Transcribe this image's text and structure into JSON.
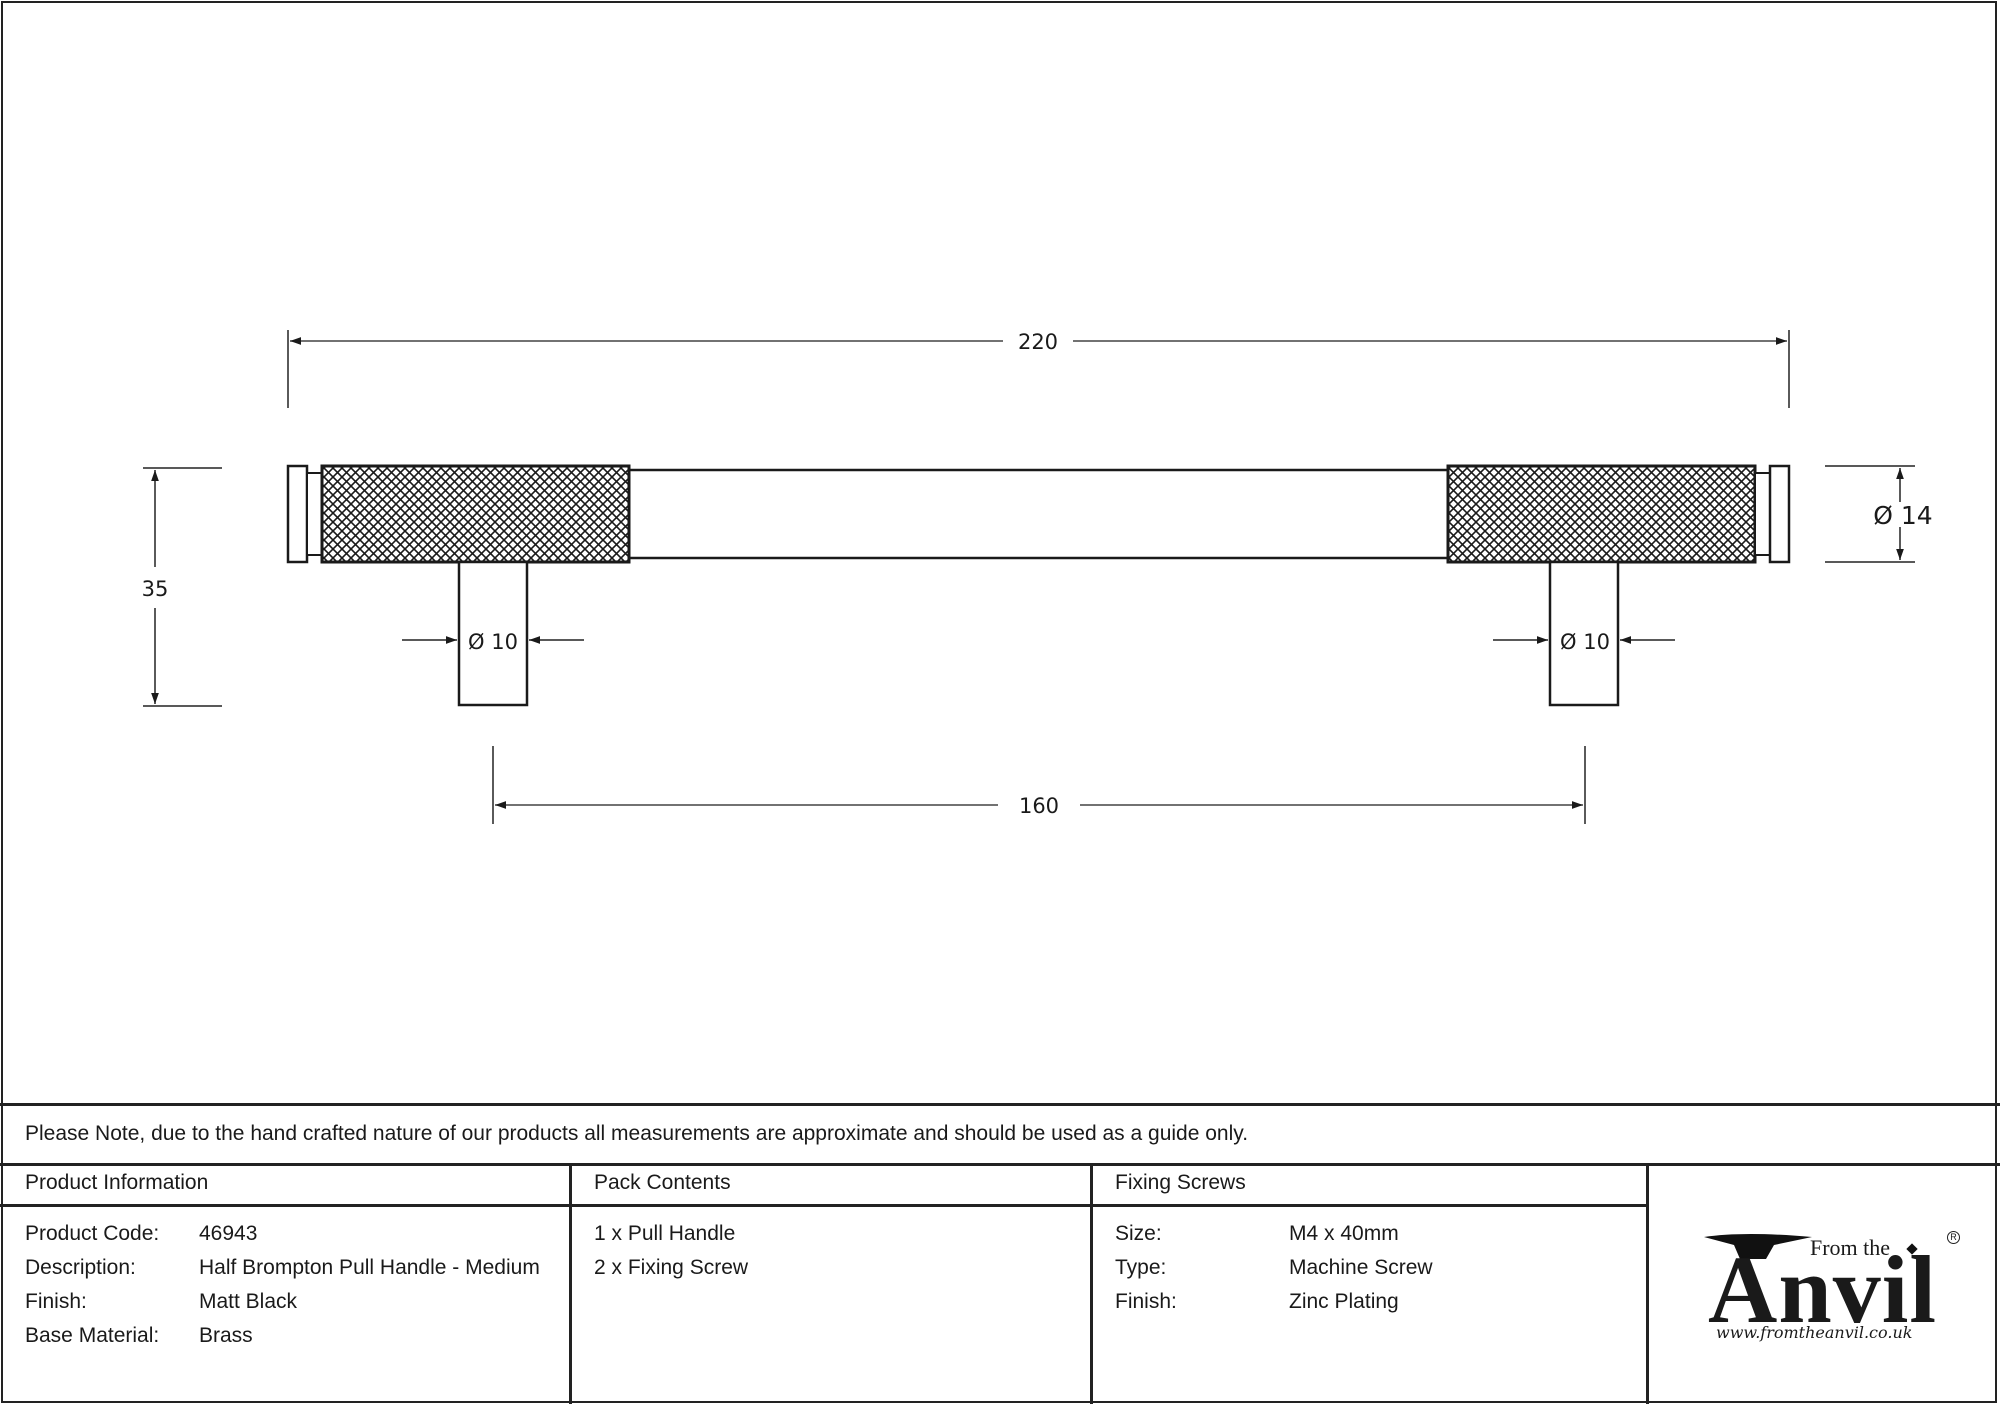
{
  "drawing": {
    "dimensions": {
      "overall_length": "220",
      "centres": "160",
      "projection": "35",
      "bar_diameter": "Ø 14",
      "post_diameter_left": "Ø 10",
      "post_diameter_right": "Ø 10"
    }
  },
  "note": {
    "text": "Please Note, due to the hand crafted nature of our products all measurements are approximate and should be used as a guide only."
  },
  "product_information": {
    "heading": "Product Information",
    "rows": [
      {
        "label": "Product Code:",
        "value": "46943"
      },
      {
        "label": "Description:",
        "value": "Half Brompton Pull Handle - Medium"
      },
      {
        "label": "Finish:",
        "value": "Matt Black"
      },
      {
        "label": "Base Material:",
        "value": "Brass"
      }
    ]
  },
  "pack_contents": {
    "heading": "Pack Contents",
    "items": [
      "1 x Pull Handle",
      "2 x Fixing Screw"
    ]
  },
  "fixing_screws": {
    "heading": "Fixing Screws",
    "rows": [
      {
        "label": "Size:",
        "value": "M4 x 40mm"
      },
      {
        "label": "Type:",
        "value": "Machine Screw"
      },
      {
        "label": "Finish:",
        "value": "Zinc Plating"
      }
    ]
  },
  "logo": {
    "from_the": "From the",
    "brand": "Anvil",
    "registered": "R",
    "url": "www.fromtheanvil.co.uk"
  }
}
